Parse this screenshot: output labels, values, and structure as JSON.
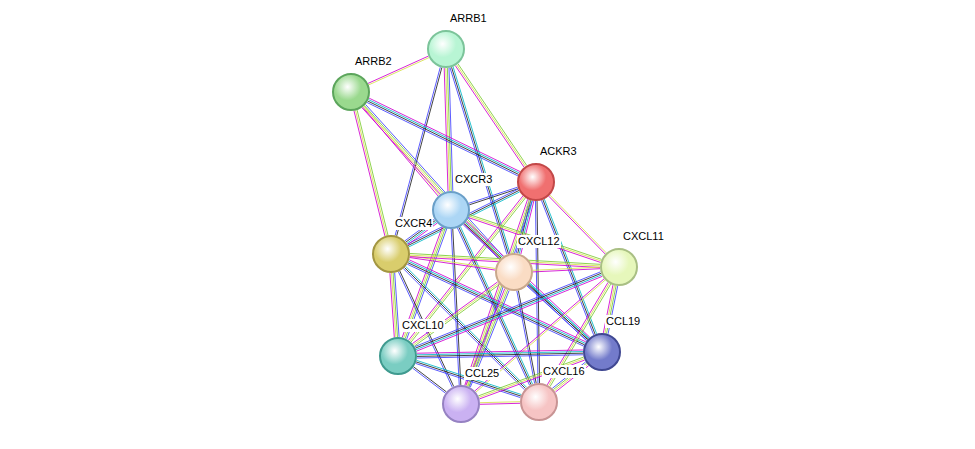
{
  "diagram": {
    "nodes": [
      {
        "text": [
          "ARRB1"
        ]
      },
      {
        "text": [
          "ARRB2"
        ]
      },
      {
        "text": [
          "ACKR3"
        ]
      },
      {
        "text": [
          "CXCR3"
        ]
      },
      {
        "text": [
          "CXCR4"
        ]
      },
      {
        "text": [
          "CXCL12"
        ]
      },
      {
        "text": [
          "CXCL11"
        ]
      },
      {
        "text": [
          "CXCL10"
        ]
      },
      {
        "text": [
          "CCL25"
        ]
      },
      {
        "text": [
          "CXCL16"
        ]
      },
      {
        "text": [
          "CCL19"
        ]
      }
    ],
    "edges": [
      {
        "from": 0,
        "to": 1,
        "arrow": "none"
      },
      {
        "from": 0,
        "to": 2,
        "arrow": "none"
      },
      {
        "from": 0,
        "to": 3,
        "arrow": "none"
      },
      {
        "from": 0,
        "to": 4,
        "arrow": "none"
      },
      {
        "from": 0,
        "to": 5,
        "arrow": "none"
      },
      {
        "from": 1,
        "to": 2,
        "arrow": "none"
      },
      {
        "from": 1,
        "to": 3,
        "arrow": "none"
      },
      {
        "from": 1,
        "to": 4,
        "arrow": "none"
      },
      {
        "from": 1,
        "to": 5,
        "arrow": "none"
      },
      {
        "from": 2,
        "to": 3,
        "arrow": "none"
      },
      {
        "from": 2,
        "to": 4,
        "arrow": "none"
      },
      {
        "from": 2,
        "to": 5,
        "arrow": "none"
      },
      {
        "from": 2,
        "to": 6,
        "arrow": "none"
      },
      {
        "from": 2,
        "to": 7,
        "arrow": "none"
      },
      {
        "from": 2,
        "to": 8,
        "arrow": "none"
      },
      {
        "from": 2,
        "to": 9,
        "arrow": "none"
      },
      {
        "from": 2,
        "to": 10,
        "arrow": "none"
      },
      {
        "from": 3,
        "to": 4,
        "arrow": "none"
      },
      {
        "from": 3,
        "to": 5,
        "arrow": "none"
      },
      {
        "from": 3,
        "to": 6,
        "arrow": "none"
      },
      {
        "from": 3,
        "to": 7,
        "arrow": "none"
      },
      {
        "from": 3,
        "to": 8,
        "arrow": "none"
      },
      {
        "from": 3,
        "to": 9,
        "arrow": "none"
      },
      {
        "from": 3,
        "to": 10,
        "arrow": "none"
      },
      {
        "from": 4,
        "to": 5,
        "arrow": "none"
      },
      {
        "from": 4,
        "to": 6,
        "arrow": "none"
      },
      {
        "from": 4,
        "to": 7,
        "arrow": "none"
      },
      {
        "from": 4,
        "to": 8,
        "arrow": "none"
      },
      {
        "from": 4,
        "to": 9,
        "arrow": "none"
      },
      {
        "from": 4,
        "to": 10,
        "arrow": "none"
      },
      {
        "from": 5,
        "to": 6,
        "arrow": "none"
      },
      {
        "from": 5,
        "to": 7,
        "arrow": "none"
      },
      {
        "from": 5,
        "to": 8,
        "arrow": "none"
      },
      {
        "from": 5,
        "to": 9,
        "arrow": "none"
      },
      {
        "from": 5,
        "to": 10,
        "arrow": "none"
      },
      {
        "from": 6,
        "to": 7,
        "arrow": "none"
      },
      {
        "from": 6,
        "to": 8,
        "arrow": "none"
      },
      {
        "from": 6,
        "to": 9,
        "arrow": "none"
      },
      {
        "from": 6,
        "to": 10,
        "arrow": "none"
      },
      {
        "from": 7,
        "to": 8,
        "arrow": "none"
      },
      {
        "from": 7,
        "to": 9,
        "arrow": "none"
      },
      {
        "from": 7,
        "to": 10,
        "arrow": "none"
      },
      {
        "from": 8,
        "to": 9,
        "arrow": "none"
      },
      {
        "from": 8,
        "to": 10,
        "arrow": "none"
      },
      {
        "from": 9,
        "to": 10,
        "arrow": "none"
      }
    ]
  }
}
